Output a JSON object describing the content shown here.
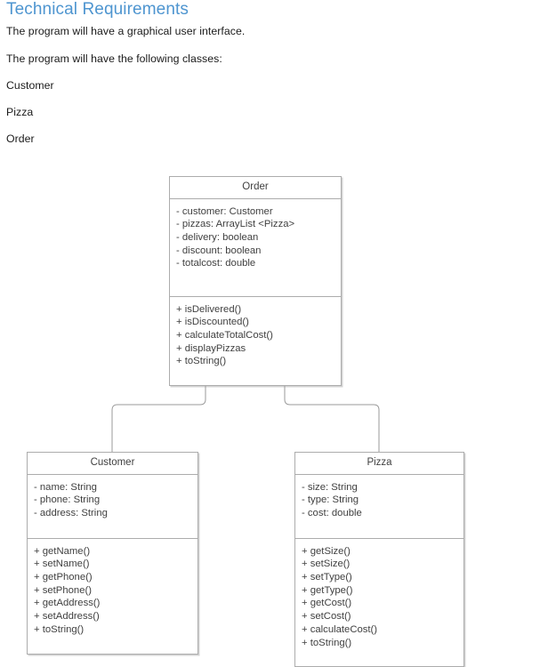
{
  "document": {
    "heading": "Technical Requirements",
    "paragraphs": [
      "The program will have a graphical user interface.",
      "The program will have the following classes:",
      "Customer",
      "Pizza",
      "Order"
    ]
  },
  "diagram": {
    "type": "uml-class-diagram",
    "relationship": "aggregation",
    "classes": [
      {
        "name": "Order",
        "attributes": [
          "- customer: Customer",
          "- pizzas: ArrayList <Pizza>",
          "- delivery: boolean",
          "- discount: boolean",
          "- totalcost: double"
        ],
        "methods": [
          "+ isDelivered()",
          "+ isDiscounted()",
          "+ calculateTotalCost()",
          "+ displayPizzas",
          "+ toString()"
        ]
      },
      {
        "name": "Customer",
        "attributes": [
          "- name: String",
          "- phone: String",
          "- address: String"
        ],
        "methods": [
          "+ getName()",
          "+ setName()",
          "+ getPhone()",
          "+ setPhone()",
          "+ getAddress()",
          "+ setAddress()",
          "+ toString()"
        ]
      },
      {
        "name": "Pizza",
        "attributes": [
          "- size: String",
          "- type: String",
          "- cost: double"
        ],
        "methods": [
          "+ getSize()",
          "+ setSize()",
          "+ setType()",
          "+ getType()",
          "+ getCost()",
          "+ setCost()",
          "+ calculateCost()",
          "+ toString()"
        ]
      }
    ],
    "connections": [
      {
        "from": "Order",
        "to": "Customer",
        "marker": "hollow-diamond"
      },
      {
        "from": "Order",
        "to": "Pizza",
        "marker": "hollow-diamond"
      }
    ]
  },
  "colors": {
    "heading": "#4E95D0",
    "body_text": "#1a1a1a",
    "box_border": "#acacac",
    "box_text": "#3f3f3f",
    "connector": "#9a9a9a",
    "background": "#ffffff"
  }
}
